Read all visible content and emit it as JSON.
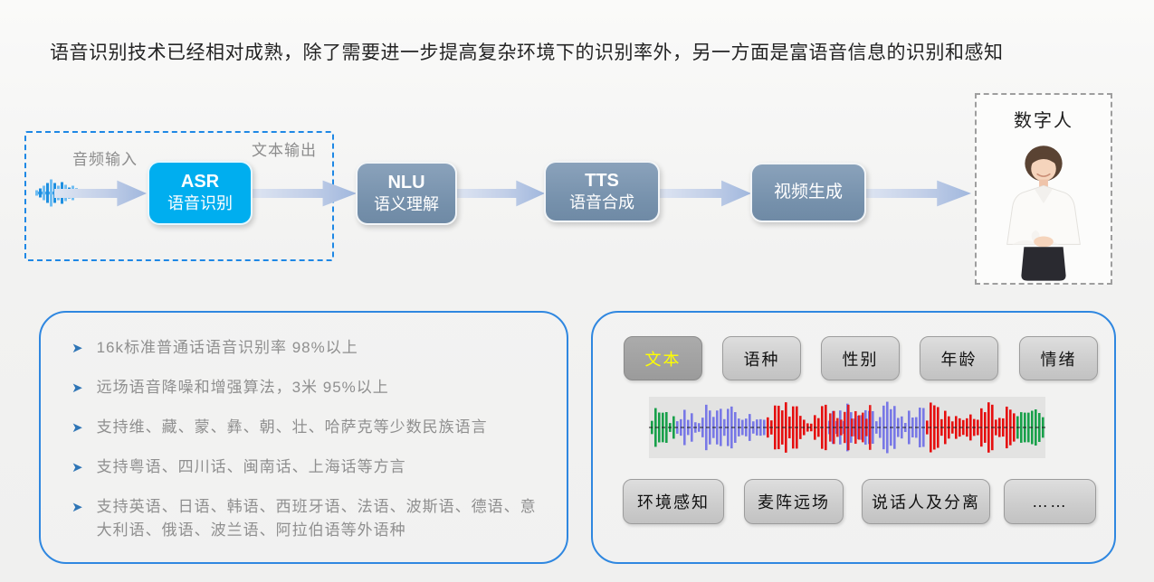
{
  "title": "语音识别技术已经相对成熟，除了需要进一步提高复杂环境下的识别率外，另一方面是富语音信息的识别和感知",
  "pipeline": {
    "input_label": "音频输入",
    "output_label": "文本输出",
    "asr": {
      "line1": "ASR",
      "line2": "语音识别"
    },
    "nlu": {
      "line1": "NLU",
      "line2": "语义理解"
    },
    "tts": {
      "line1": "TTS",
      "line2": "语音合成"
    },
    "video": {
      "label": "视频生成"
    },
    "digital_human_label": "数字人"
  },
  "capabilities": {
    "items": [
      "16k标准普通话语音识别率 98%以上",
      "远场语音降噪和增强算法，3米 95%以上",
      "支持维、藏、蒙、彝、朝、壮、哈萨克等少数民族语言",
      "支持粤语、四川话、闽南话、上海话等方言",
      "支持英语、日语、韩语、西班牙语、法语、波斯语、德语、意大利语、俄语、波兰语、阿拉伯语等外语种"
    ]
  },
  "rich_info": {
    "tags_top": [
      {
        "label": "文本",
        "selected": true
      },
      {
        "label": "语种",
        "selected": false
      },
      {
        "label": "性别",
        "selected": false
      },
      {
        "label": "年龄",
        "selected": false
      },
      {
        "label": "情绪",
        "selected": false
      }
    ],
    "tags_bottom": [
      {
        "label": "环境感知"
      },
      {
        "label": "麦阵远场"
      },
      {
        "label": "说话人及分离"
      },
      {
        "label": "……"
      }
    ]
  },
  "waveform": {
    "palette": {
      "green": "#18A04A",
      "blue": "#7878E6",
      "red": "#E60E0E"
    },
    "segments": [
      {
        "color": "green",
        "from": 0.0,
        "to": 0.065
      },
      {
        "color": "blue",
        "from": 0.065,
        "to": 0.295
      },
      {
        "color": "red",
        "from": 0.295,
        "to": 0.45
      },
      {
        "color": "mix",
        "from": 0.45,
        "to": 0.56
      },
      {
        "color": "blue",
        "from": 0.56,
        "to": 0.69
      },
      {
        "color": "red",
        "from": 0.69,
        "to": 0.925
      },
      {
        "color": "green",
        "from": 0.925,
        "to": 1.0
      }
    ]
  },
  "colors": {
    "panel_border": "#2F87E0",
    "dashed_box_border": "#1E88E5",
    "asr_box": "#00AEEF",
    "flow_box": "#7590AB",
    "selected_tag_bg": "#A3A3A3",
    "selected_tag_text": "#FFFF00",
    "bullet": "#2E75B6",
    "body_text": "#8F8F8F"
  }
}
